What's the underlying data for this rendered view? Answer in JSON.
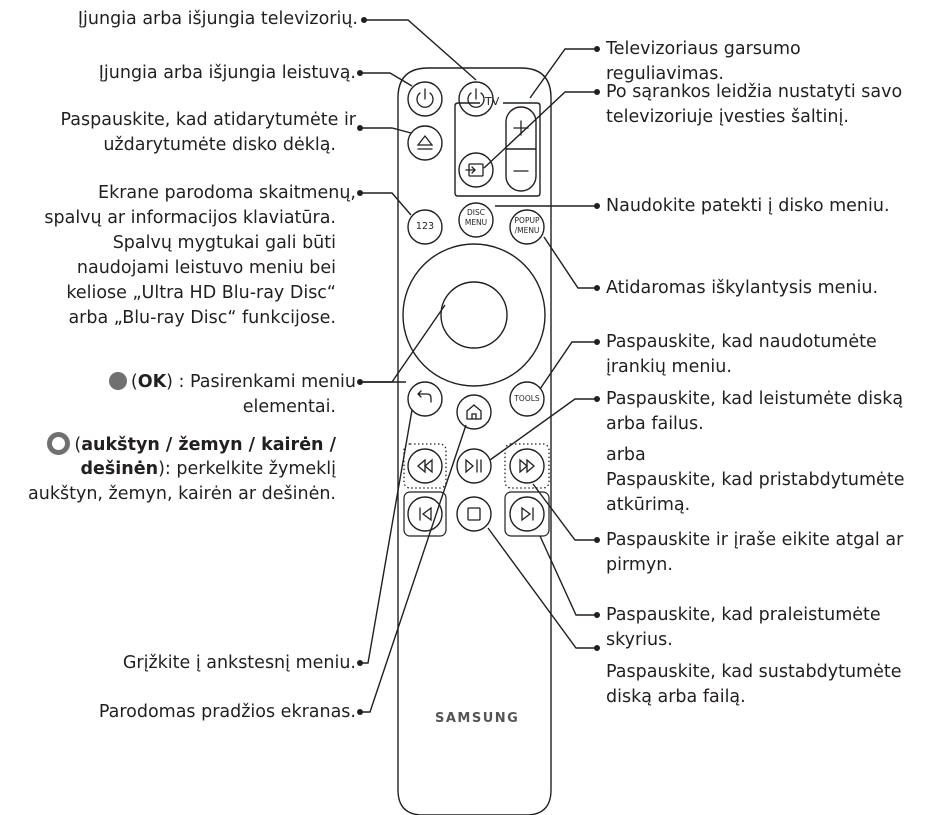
{
  "left_labels": {
    "tv_power": "Įjungia arba išjungia televizorių.",
    "player_power": "Įjungia arba išjungia leistuvą.",
    "eject_1": "Paspauskite, kad atidarytumėte ir",
    "eject_2": "uždarytumėte disko dėklą.",
    "keypad_1": "Ekrane parodoma skaitmenų,",
    "keypad_2": "spalvų ar informacijos klaviatūra.",
    "keypad_3": "Spalvų mygtukai gali būti",
    "keypad_4": "naudojami leistuvo meniu bei",
    "keypad_5": "keliose „Ultra HD Blu-ray Disc“",
    "keypad_6": "arba „Blu-ray Disc“ funkcijose.",
    "ok_prefix": "(",
    "ok_bold": "OK",
    "ok_rest": ") : Pasirenkami meniu",
    "ok_2": "elementai.",
    "dir_prefix": "(",
    "dir_bold_1": "aukštyn / žemyn / kairėn /",
    "dir_bold_2": "dešinėn",
    "dir_rest": "): perkelkite žymeklį",
    "dir_3": "aukštyn, žemyn, kairėn ar dešinėn.",
    "back": "Grįžkite į ankstesnį meniu.",
    "home": "Parodomas pradžios ekranas."
  },
  "right_labels": {
    "volume_1": "Televizoriaus garsumo",
    "volume_2": "reguliavimas.",
    "source_1": "Po sąrankos leidžia nustatyti savo",
    "source_2": "televizoriuje įvesties šaltinį.",
    "disc_menu": "Naudokite patekti į disko meniu.",
    "popup": "Atidaromas iškylantysis meniu.",
    "tools_1": "Paspauskite, kad naudotumėte",
    "tools_2": "įrankių meniu.",
    "play_1": "Paspauskite, kad leistumėte diską",
    "play_2": "arba failus.",
    "play_or": "arba",
    "play_3": "Paspauskite, kad pristabdytumėte",
    "play_4": "atkūrimą.",
    "search_1": "Paspauskite ir įraše eikite atgal ar",
    "search_2": "pirmyn.",
    "skip_1": "Paspauskite, kad praleistumėte",
    "skip_2": "skyrius.",
    "stop_1": "Paspauskite, kad sustabdytumėte",
    "stop_2": "diską arba failą."
  },
  "remote": {
    "tv_label": "TV",
    "btn_123": "123",
    "disc_1": "DISC",
    "disc_2": "MENU",
    "popup_1": "POPUP",
    "popup_2": "/MENU",
    "tools": "TOOLS",
    "brand": "SAMSUNG",
    "vol_plus": "+",
    "vol_minus": "–"
  },
  "colors": {
    "ink": "#231f20",
    "indicator": "#707070"
  }
}
